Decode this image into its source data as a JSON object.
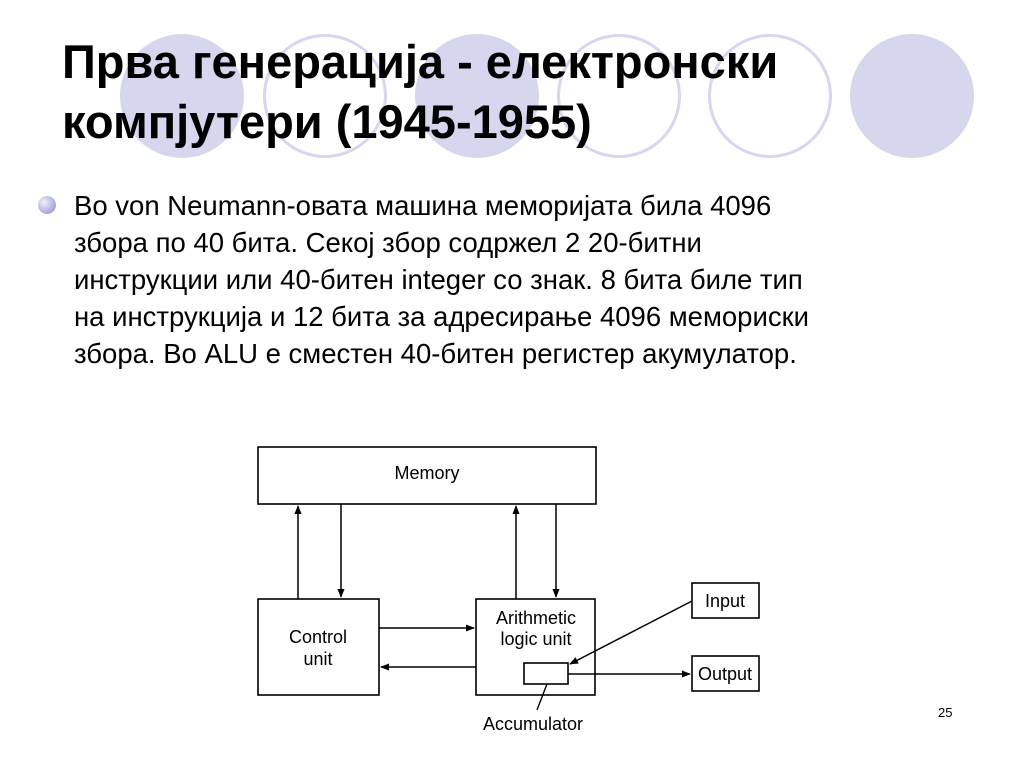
{
  "title": {
    "line1": "Прва генерација - електронски",
    "line2": "компјутери (1945-1955)"
  },
  "bullet": {
    "lines": [
      "Во von Neumann-овата машина меморијата била 4096",
      "збора по 40 бита. Секој збор содржел 2 20-битни",
      "инструкции или 40-битен integer со знак. 8 бита биле тип",
      "на инструкција и 12 бита за адресирање 4096 мемориски",
      "збора. Во ALU е сместен 40-битен регистер акумулатор."
    ]
  },
  "diagram": {
    "memory": "Memory",
    "control_unit_line1": "Control",
    "control_unit_line2": "unit",
    "alu_line1": "Arithmetic",
    "alu_line2": "logic unit",
    "input": "Input",
    "output": "Output",
    "accumulator": "Accumulator"
  },
  "page_number": "25",
  "colors": {
    "decoration": "#d6d6ee",
    "bullet": "#b4b4e2"
  }
}
